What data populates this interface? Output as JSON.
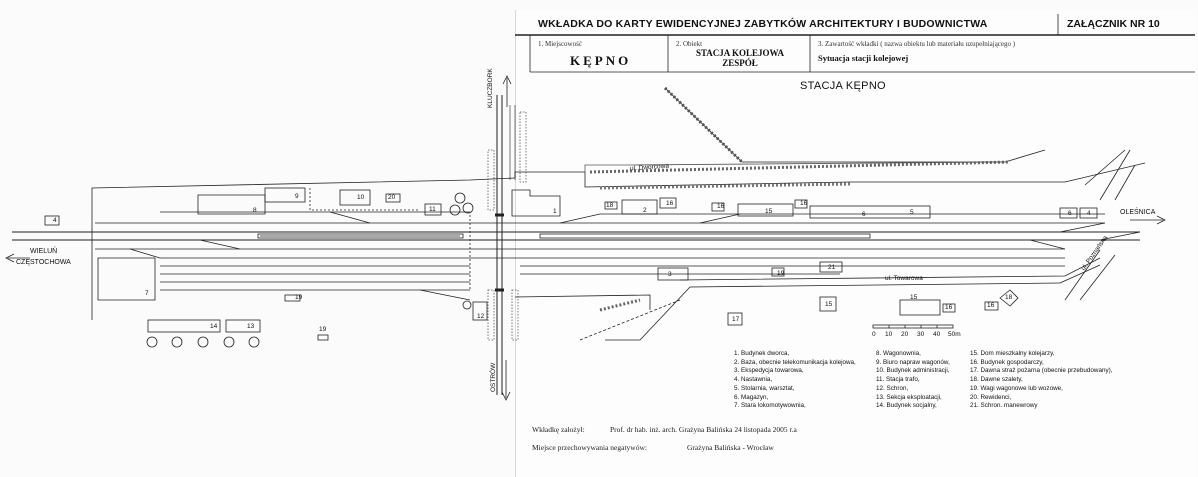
{
  "header": {
    "title": "WKŁADKA DO KARTY EWIDENCYJNEJ ZABYTKÓW ARCHITEKTURY I BUDOWNICTWA",
    "annex": "ZAŁĄCZNIK NR  10",
    "field1_label": "1. Miejscowość",
    "field1_value": "KĘPNO",
    "field2_label": "2. Obiekt",
    "field2_value_line1": "STACJA KOLEJOWA",
    "field2_value_line2": "ZESPÓŁ",
    "field3_label": "3. Zawartość wkładki ( nazwa obiektu lub materiału uzupełniającego )",
    "field3_value": "Sytuacja stacji kolejowej"
  },
  "map": {
    "title": "STACJA KĘPNO",
    "dir_kluczbork": "KLUCZBORK",
    "dir_ostrow": "OSTRÓW",
    "dir_olesnica": "OLEŚNICA",
    "dir_wielun": "WIELUŃ",
    "dir_czestochowa": "CZĘSTOCHOWA",
    "street_dworcowa": "ul. Dworcowa",
    "street_towarowa": "ul. Towarowa",
    "street_poznanska": "ul. Poznańska",
    "scale_ticks": [
      "0",
      "10",
      "20",
      "30",
      "40",
      "50m"
    ],
    "building_numbers": [
      "4",
      "9",
      "10",
      "20",
      "8",
      "11",
      "1",
      "18",
      "2",
      "16",
      "16",
      "15",
      "16",
      "6",
      "5",
      "6",
      "4",
      "7",
      "19",
      "14",
      "13",
      "19",
      "12",
      "3",
      "19",
      "21",
      "15",
      "17",
      "15",
      "16",
      "16",
      "18"
    ]
  },
  "legend": {
    "col1": [
      "1. Budynek dworca,",
      "2. Baza, obecnie telekomunikacja kolejowa,",
      "3. Ekspedycja towarowa,",
      "4. Nastawnia,",
      "5. Stolarnia, warsztat,",
      "6. Magazyn,",
      "7. Stara lokomotywownia,"
    ],
    "col2": [
      "8. Wagonownia,",
      "9. Biuro napraw wagonów,",
      "10. Budynek administracji,",
      "11. Stacja trafo,",
      "12. Schron,",
      "13. Sekcja eksploatacji,",
      "14. Budynek socjalny,"
    ],
    "col3": [
      "15. Dom mieszkalny kolejarzy,",
      "16. Budynek gospodarczy,",
      "17. Dawna straż pożarna (obecnie przebudowany),",
      "18. Dawne szalety,",
      "19. Wagi wagonowe lub wozowe,",
      "20. Rewidenci,",
      "21. Schron. manewrowy"
    ]
  },
  "footer": {
    "founder_label": "Wkładkę założył:",
    "founder_value": "Prof. dr hab. inż. arch. Grażyna Balińska  24 listopada 2005 r.a",
    "storage_label": "Miejsce przechowywania negatywów:",
    "storage_value": "Grażyna Balińska - Wrocław"
  }
}
